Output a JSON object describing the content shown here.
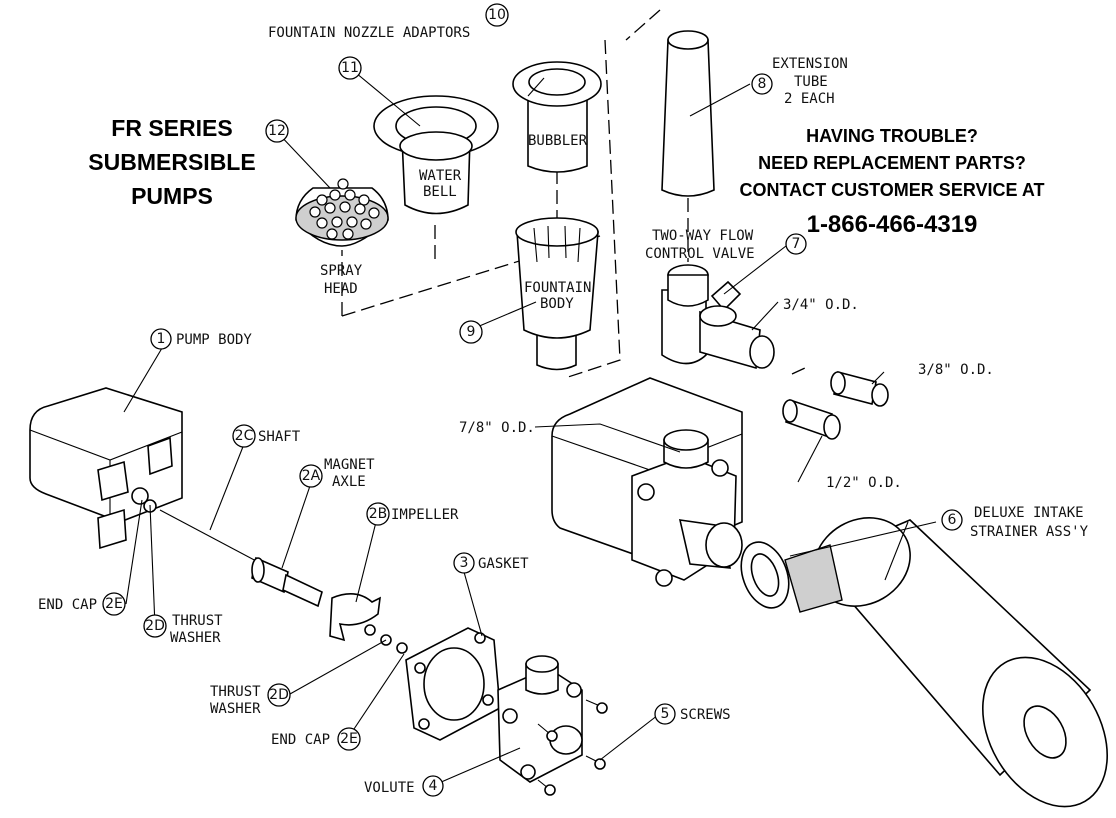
{
  "title": {
    "line1": "FR SERIES",
    "line2": "SUBMERSIBLE",
    "line3": "PUMPS"
  },
  "help": {
    "line1": "HAVING TROUBLE?",
    "line2": "NEED REPLACEMENT PARTS?",
    "line3": "CONTACT CUSTOMER SERVICE AT",
    "phone": "1-866-466-4319"
  },
  "header_label": "FOUNTAIN NOZZLE ADAPTORS",
  "inline_labels": {
    "water": "WATER",
    "bell": "BELL",
    "bubbler": "BUBBLER",
    "fountain": "FOUNTAIN",
    "body": "BODY",
    "spray": "SPRAY",
    "head": "HEAD"
  },
  "callouts": {
    "n1": "1",
    "l1": "PUMP BODY",
    "n2a": "2A",
    "l2a1": "MAGNET",
    "l2a2": "AXLE",
    "n2b": "2B",
    "l2b": "IMPELLER",
    "n2c": "2C",
    "l2c": "SHAFT",
    "n2d_a": "2D",
    "l2d_a1": "THRUST",
    "l2d_a2": "WASHER",
    "n2d_b": "2D",
    "l2d_b1": "THRUST",
    "l2d_b2": "WASHER",
    "n2e_a": "2E",
    "l2e_a": "END CAP",
    "n2e_b": "2E",
    "l2e_b": "END CAP",
    "n3": "3",
    "l3": "GASKET",
    "n4": "4",
    "l4": "VOLUTE",
    "n5": "5",
    "l5": "SCREWS",
    "n6": "6",
    "l6a": "DELUXE INTAKE",
    "l6b": "STRAINER ASS'Y",
    "n7": "7",
    "l7a": "TWO-WAY FLOW",
    "l7b": "CONTROL VALVE",
    "n8": "8",
    "l8a": "EXTENSION",
    "l8b": "TUBE",
    "l8c": "2 EACH",
    "n9": "9",
    "n10": "10",
    "n11": "11",
    "n12": "12",
    "od34": "3/4\" O.D.",
    "od38": "3/8\" O.D.",
    "od78": "7/8\" O.D.",
    "od12": "1/2\" O.D."
  }
}
